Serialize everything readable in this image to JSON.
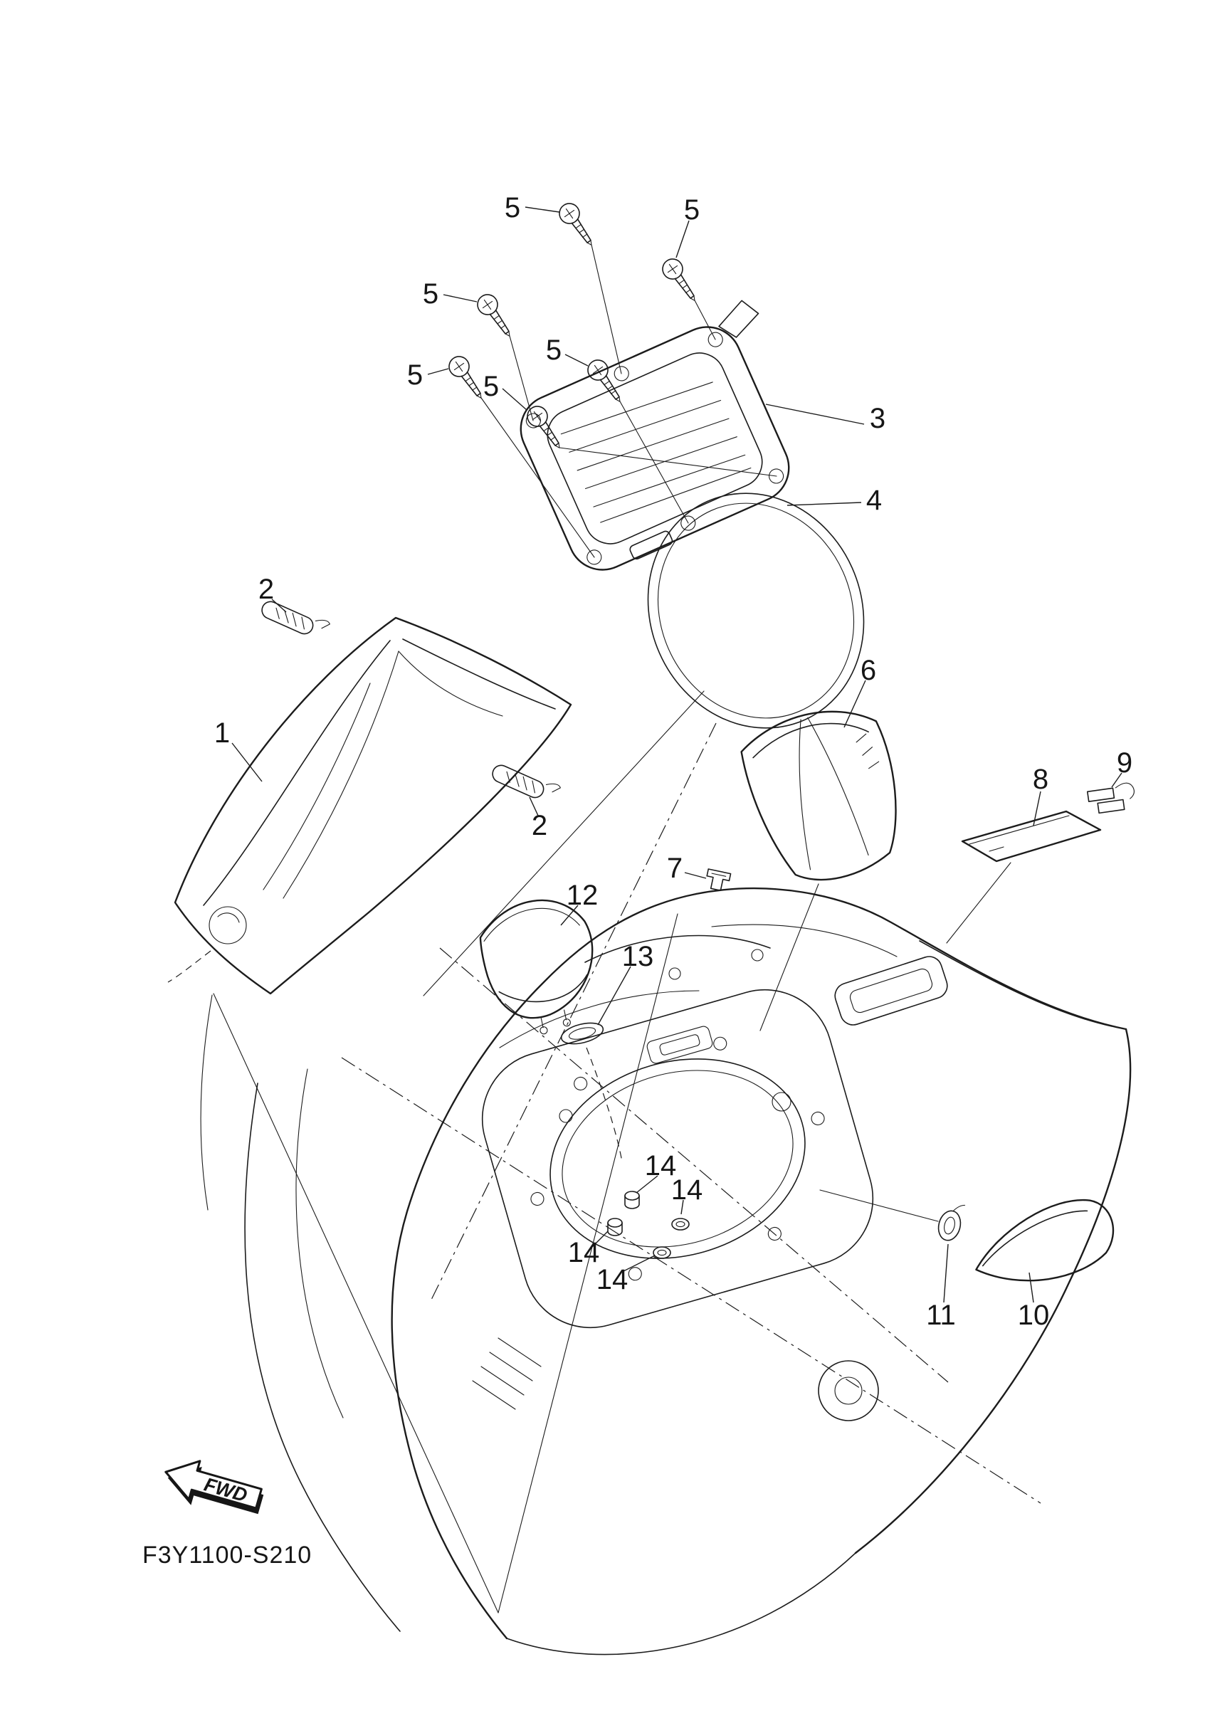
{
  "diagram": {
    "drawing_code": "F3Y1100-S210",
    "fwd_label": "FWD",
    "part_numbers": [
      "5",
      "5",
      "5",
      "5",
      "5",
      "5",
      "3",
      "4",
      "2",
      "1",
      "2",
      "6",
      "7",
      "8",
      "9",
      "12",
      "13",
      "14",
      "14",
      "14",
      "14",
      "11",
      "10"
    ]
  }
}
